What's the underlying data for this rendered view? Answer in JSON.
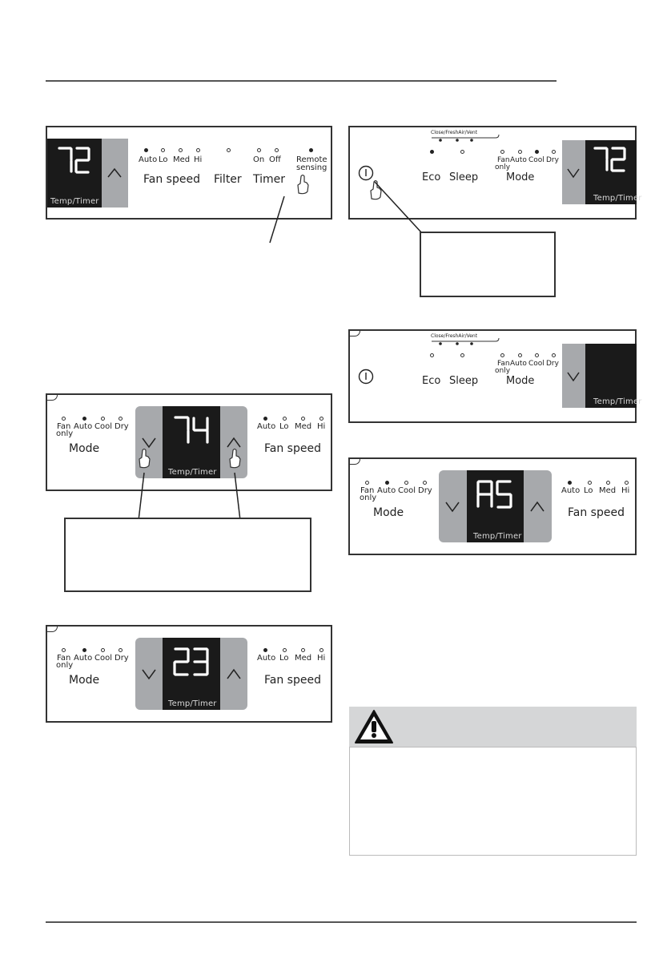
{
  "panels": {
    "p1": {
      "temp": "72",
      "temp_timer": "Temp/Timer",
      "fan_labels": [
        "Auto",
        "Lo",
        "Med",
        "Hi"
      ],
      "fan_speed": "Fan speed",
      "filter": "Filter",
      "timer": "Timer",
      "timer_labels": [
        "On",
        "Off"
      ],
      "remote_sensing_line1": "Remote",
      "remote_sensing_line2": "sensing"
    },
    "p2": {
      "close_fresh_vent": "Close/FreshAir/Vent",
      "eco": "Eco",
      "sleep": "Sleep",
      "mode": "Mode",
      "fan_only_line1": "Fan",
      "fan_only_line2": "only",
      "mode_labels": [
        "Auto",
        "Cool",
        "Dry"
      ],
      "temp": "72",
      "temp_timer": "Temp/Timer"
    },
    "p3": {
      "close_fresh_vent": "Close/FreshAir/Vent",
      "eco": "Eco",
      "sleep": "Sleep",
      "mode": "Mode",
      "fan_only_line1": "Fan",
      "fan_only_line2": "only",
      "mode_labels": [
        "Auto",
        "Cool",
        "Dry"
      ],
      "temp_timer": "Temp/Timer"
    },
    "p4": {
      "fan_only_line1": "Fan",
      "fan_only_line2": "only",
      "mode_labels": [
        "Auto",
        "Cool",
        "Dry"
      ],
      "mode": "Mode",
      "temp": "74",
      "temp_timer": "Temp/Timer",
      "fan_labels": [
        "Auto",
        "Lo",
        "Med",
        "Hi"
      ],
      "fan_speed": "Fan speed"
    },
    "p5": {
      "fan_only_line1": "Fan",
      "fan_only_line2": "only",
      "mode_labels": [
        "Auto",
        "Cool",
        "Dry"
      ],
      "mode": "Mode",
      "temp": "AS",
      "temp_timer": "Temp/Timer",
      "fan_labels": [
        "Auto",
        "Lo",
        "Med",
        "Hi"
      ],
      "fan_speed": "Fan speed"
    },
    "p6": {
      "fan_only_line1": "Fan",
      "fan_only_line2": "only",
      "mode_labels": [
        "Auto",
        "Cool",
        "Dry"
      ],
      "mode": "Mode",
      "temp": "23",
      "temp_timer": "Temp/Timer",
      "fan_labels": [
        "Auto",
        "Lo",
        "Med",
        "Hi"
      ],
      "fan_speed": "Fan speed"
    }
  },
  "colors": {
    "display_bg": "#1a1a1a",
    "button_grey": "#a7a9ac",
    "warning_bar": "#d5d6d7"
  }
}
